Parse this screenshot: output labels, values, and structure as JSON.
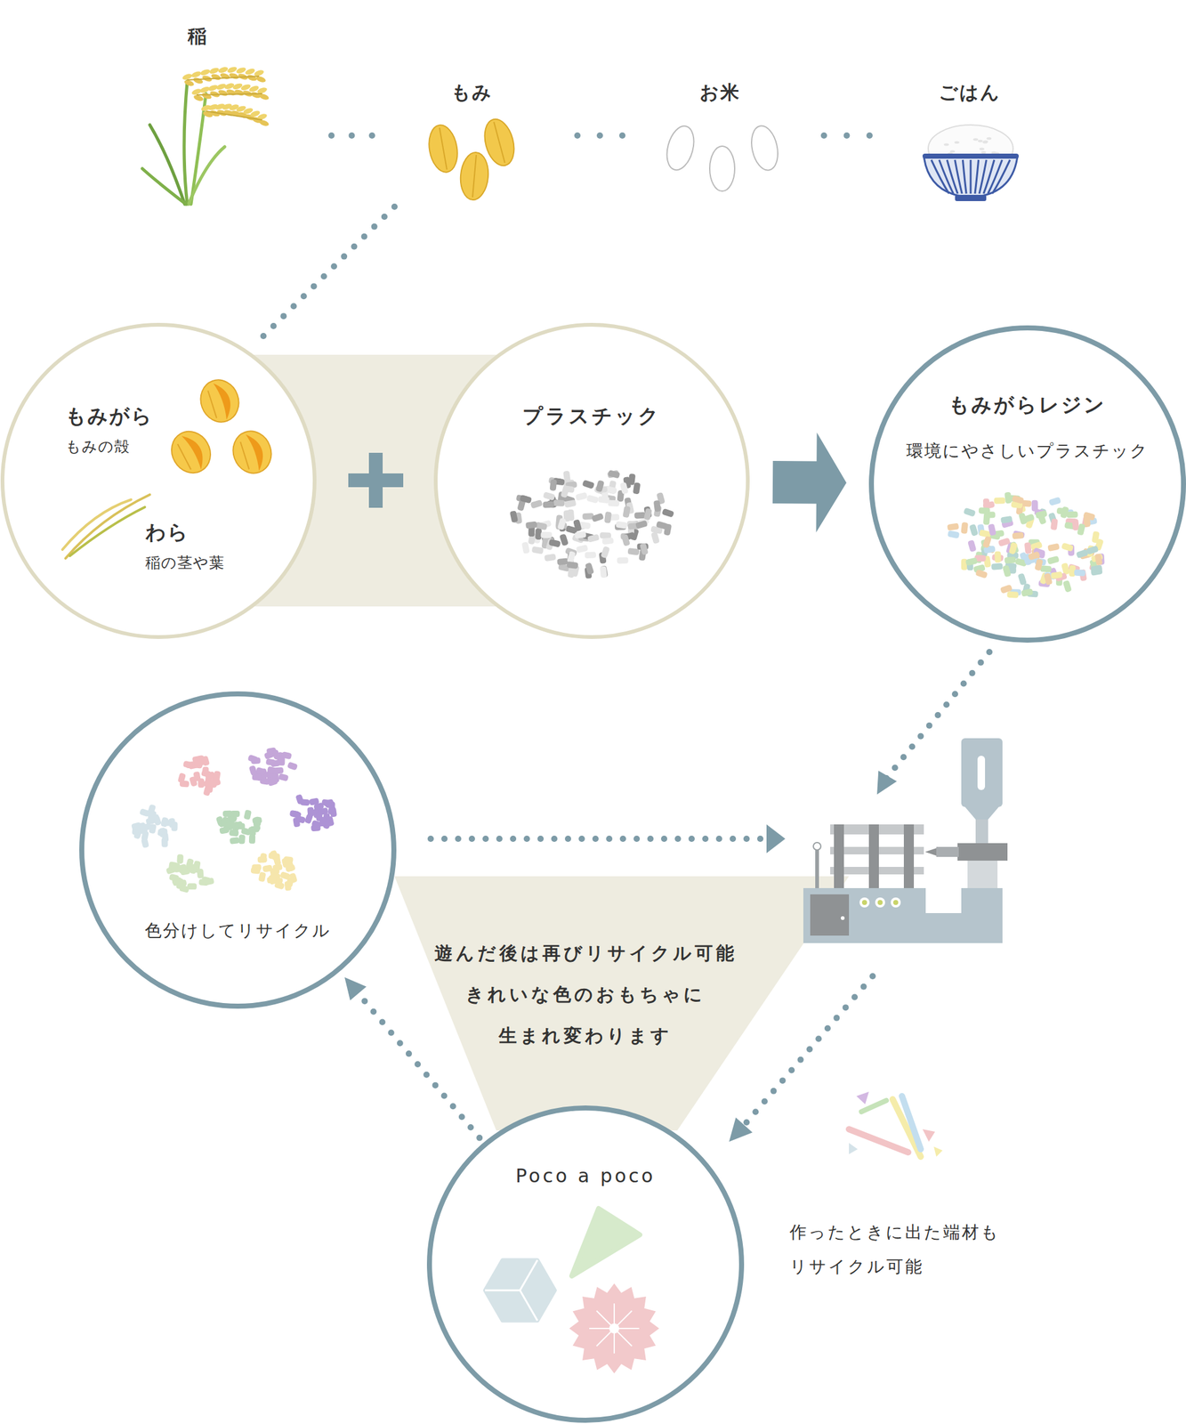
{
  "diagram": {
    "nodes": [
      {
        "text": [
          "もみがら",
          "もみの殻",
          "わら",
          "稲の茎や葉"
        ]
      },
      {
        "text": [
          "プラスチック"
        ]
      },
      {
        "text": [
          "もみがらレジン",
          "環境にやさしいプラスチック"
        ]
      },
      {
        "text": [
          "色分けしてリサイクル"
        ]
      },
      {
        "text": [
          "Poco a poco"
        ]
      },
      {
        "text": [
          "遊んだ後は再びリサイクル可能 きれいな色のおもちゃに 生まれ変わります"
        ]
      }
    ],
    "edges": [
      {
        "from": 1,
        "to": 2,
        "arrow": "to"
      },
      {
        "from": 4,
        "to": 3,
        "arrow": "to"
      }
    ],
    "labels": [
      "稲",
      "もみ",
      "お米",
      "ごはん",
      "作ったときに出た端材も リサイクル可能"
    ]
  }
}
